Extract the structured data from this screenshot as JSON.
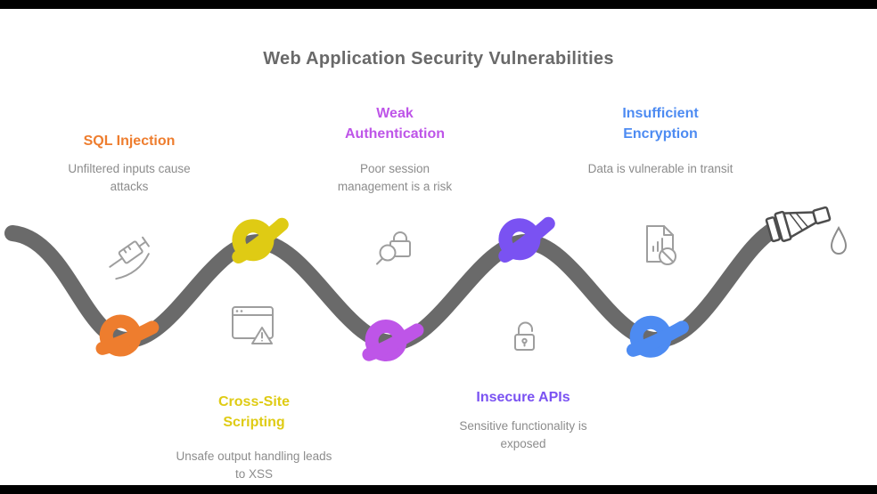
{
  "title": "Web Application Security Vulnerabilities",
  "items": [
    {
      "label": "SQL Injection",
      "description": "Unfiltered inputs cause attacks",
      "color": "#EE7D2E",
      "icon": "syringe-icon"
    },
    {
      "label": "Cross-Site Scripting",
      "description": "Unsafe output handling leads to XSS",
      "color": "#DFCB14",
      "icon": "browser-warning-icon"
    },
    {
      "label": "Weak Authentication",
      "description": "Poor session management is a risk",
      "color": "#BE55E8",
      "icon": "lock-magnifier-icon"
    },
    {
      "label": "Insecure APIs",
      "description": "Sensitive functionality is exposed",
      "color": "#7A52F2",
      "icon": "unlock-icon"
    },
    {
      "label": "Insufficient Encryption",
      "description": "Data is vulnerable in transit",
      "color": "#4D8BF2",
      "icon": "document-blocked-icon"
    }
  ],
  "colors": {
    "title": "#696969",
    "description": "#8C8C8C",
    "rope": "#6A6A6A",
    "icon": "#9E9E9E",
    "nozzle": "#4D4D4D",
    "droplet": "#8C8C8C",
    "edge_bar": "#000000"
  }
}
